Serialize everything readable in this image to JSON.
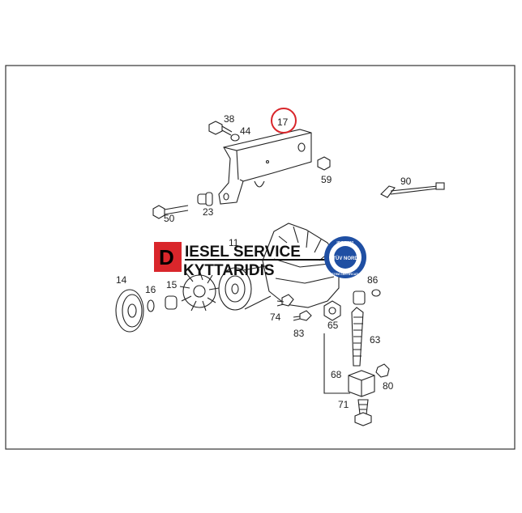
{
  "diagram": {
    "part_numbers": [
      "38",
      "44",
      "17",
      "59",
      "90",
      "50",
      "23",
      "11",
      "14",
      "16",
      "15",
      "74",
      "83",
      "65",
      "86",
      "63",
      "68",
      "80",
      "71"
    ],
    "highlighted_part": "17",
    "highlight_color": "#d9262b"
  },
  "logo": {
    "initial": "D",
    "line1": "IESEL SERVICE",
    "line2": "KYTTARIDIS",
    "accent_color": "#d9262b"
  },
  "certification_seal": {
    "top_text": "ISO 9001",
    "brand": "TÜV NORD",
    "bottom_text": "SYSTEM CERTIFICATION",
    "color": "#1f4fa3"
  }
}
